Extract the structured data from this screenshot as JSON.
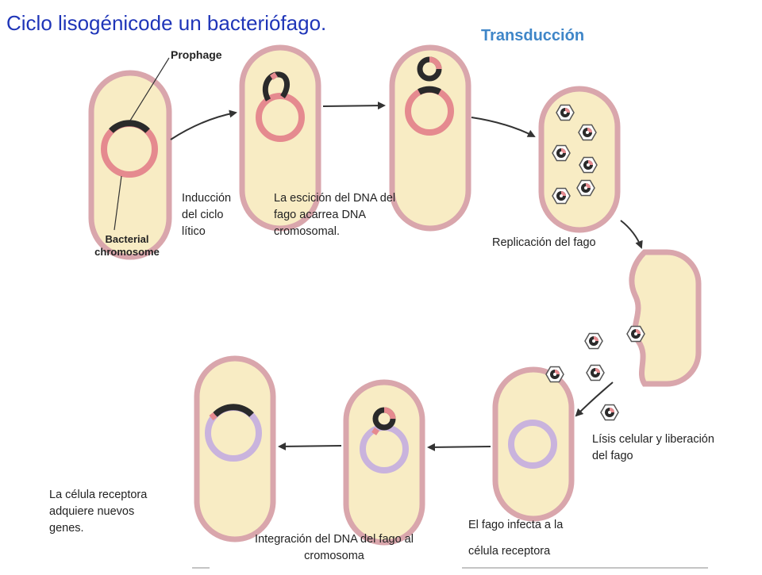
{
  "title": "Ciclo lisogénicode un bacteriófago.",
  "subtitle": "Transducción",
  "figure_labels": {
    "prophage": "Prophage",
    "bacterial_chromosome_line1": "Bacterial",
    "bacterial_chromosome_line2": "chromosome"
  },
  "steps": {
    "induction": [
      "Inducción",
      "del ciclo",
      "lítico"
    ],
    "excision": [
      "La escición del DNA del",
      "fago acarrea DNA",
      "cromosomal."
    ],
    "replication": "Replicación del fago",
    "lysis": [
      "Lísis celular y liberación",
      "del fago"
    ],
    "infection": [
      "El fago infecta a la",
      "célula receptora"
    ],
    "integration": [
      "Integración del DNA del fago al",
      "cromosoma"
    ],
    "new_genes": [
      "La célula receptora",
      "adquiere nuevos",
      "genes."
    ]
  },
  "colors": {
    "title": "#1f35b8",
    "subtitle": "#3f86c8",
    "cell_wall": "#d9a6ac",
    "cytoplasm": "#f8ecc4",
    "chromosome_red": "#e58a8f",
    "chromosome_lavender": "#c9b3dd",
    "phage_dna": "#2a2a2a"
  }
}
